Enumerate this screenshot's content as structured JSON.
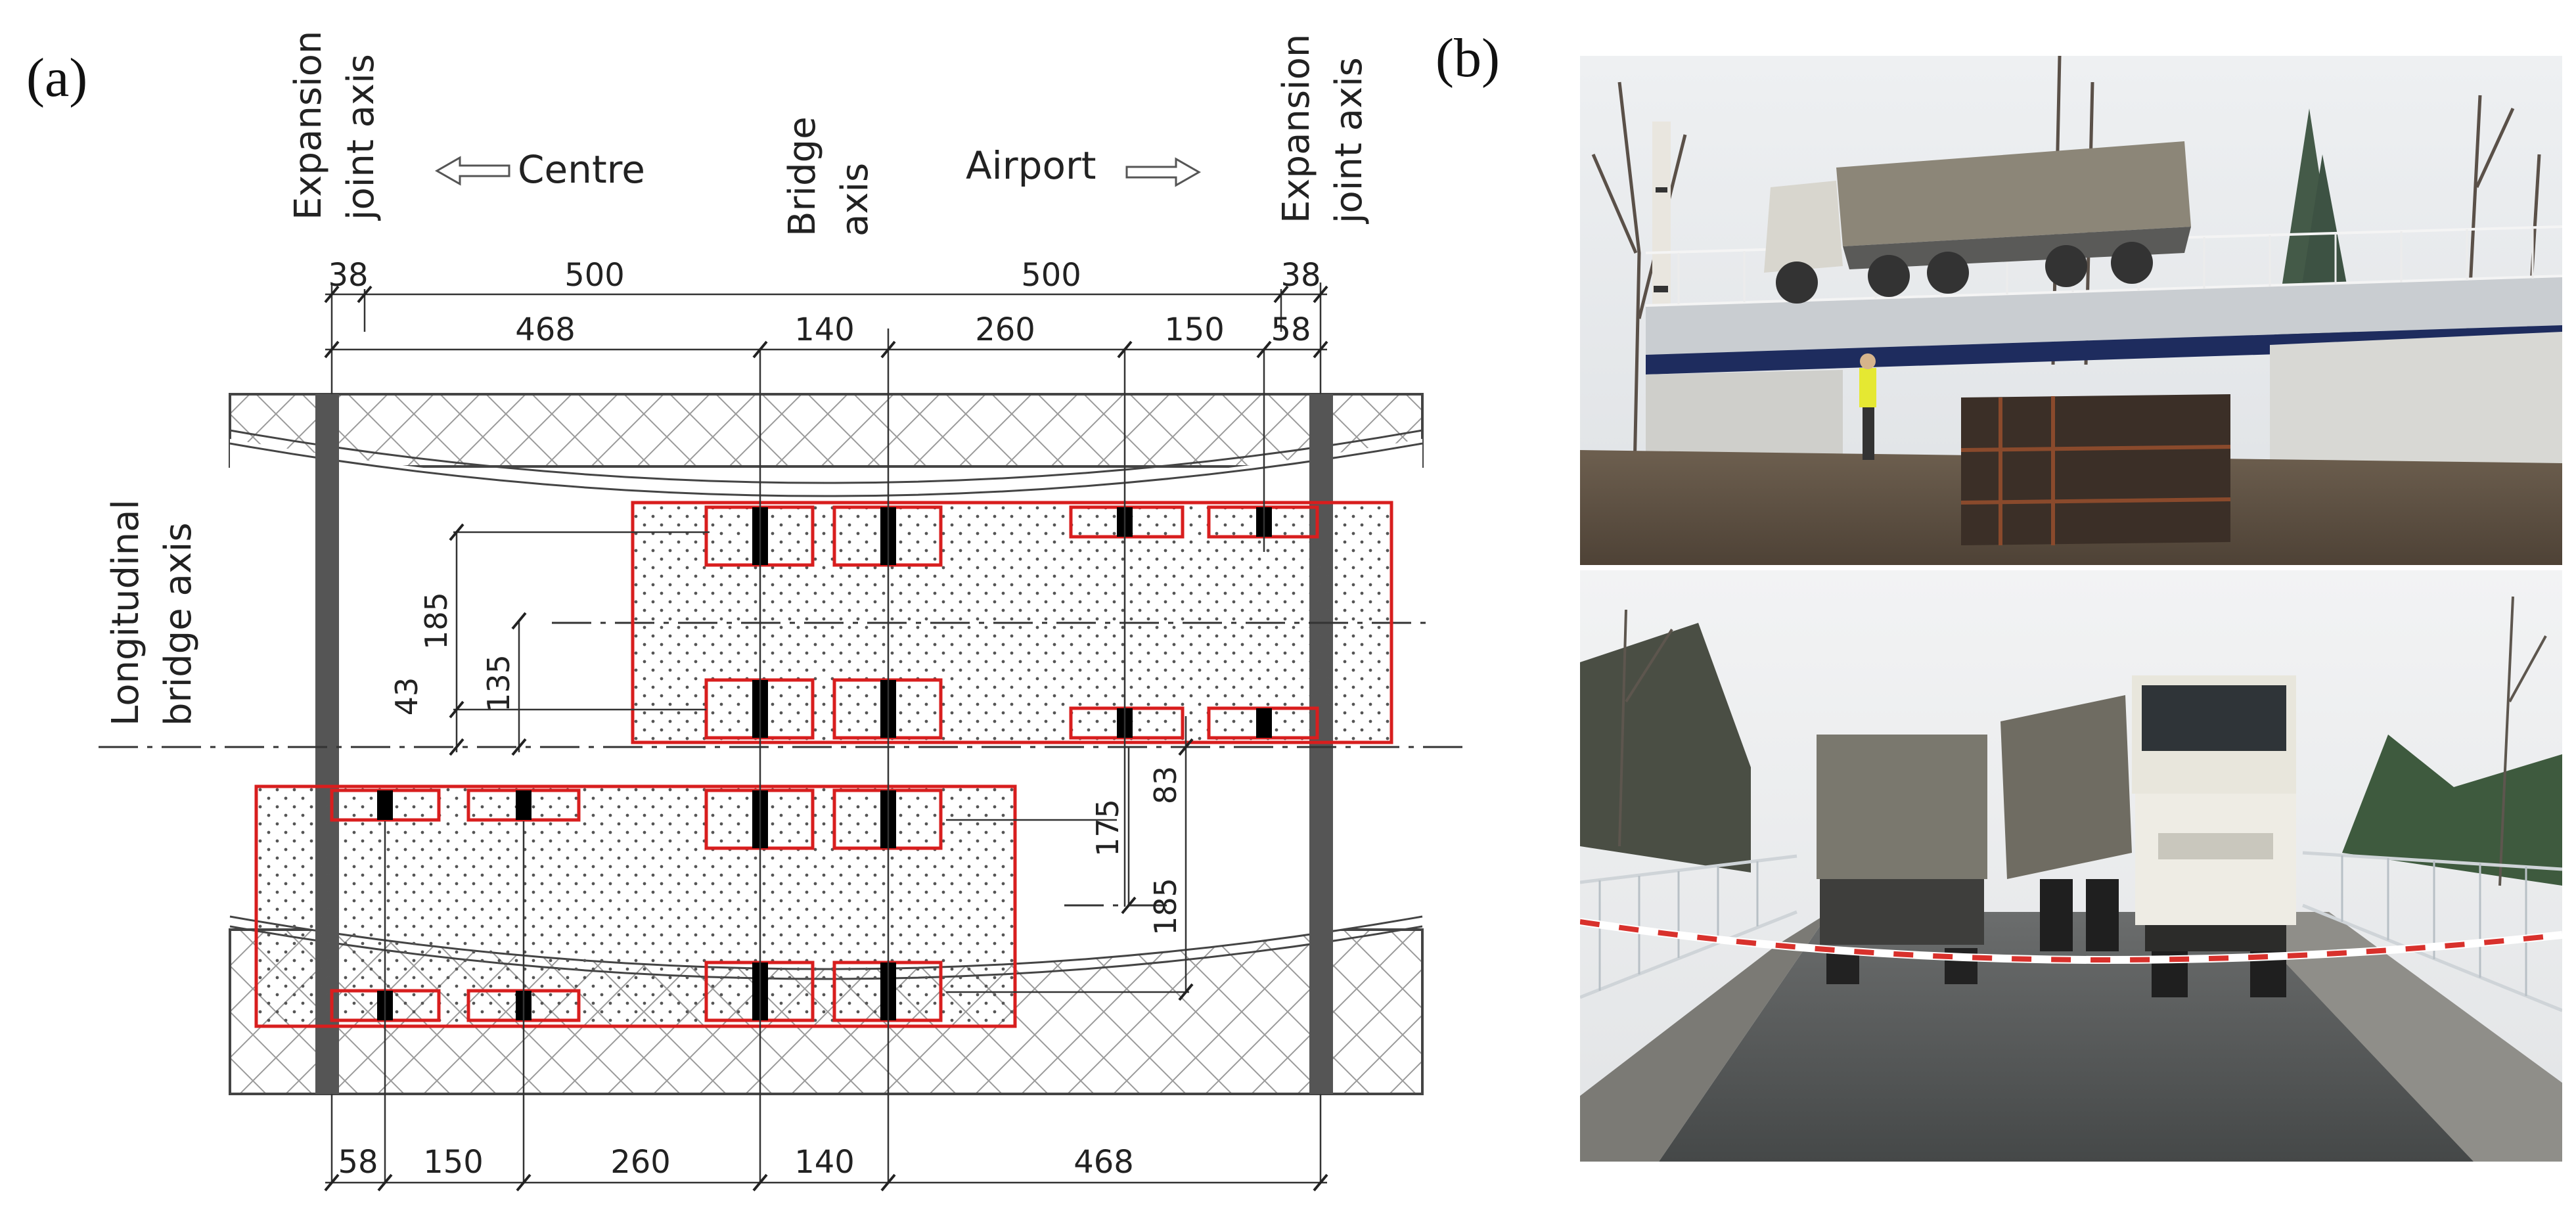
{
  "panels": {
    "a": "(a)",
    "b": "(b)"
  },
  "labels": {
    "expansion_joint_left": [
      "Expansion",
      "joint axis"
    ],
    "expansion_joint_right": [
      "Expansion",
      "joint axis"
    ],
    "bridge_axis": [
      "Bridge",
      "axis"
    ],
    "longitudinal_axis": [
      "Longitudinal",
      "bridge axis"
    ],
    "centre": "Centre",
    "airport": "Airport"
  },
  "dimensions": {
    "top_row1": [
      "38",
      "500",
      "500",
      "38"
    ],
    "top_row2": [
      "468",
      "140",
      "260",
      "150",
      "58"
    ],
    "bottom_row": [
      "58",
      "150",
      "260",
      "140",
      "468"
    ],
    "vertical": [
      "185",
      "43",
      "135",
      "175",
      "83",
      "185"
    ]
  },
  "colors": {
    "wheel_outline": "#d81e1e",
    "line": "#222222",
    "joint": "#555555"
  },
  "photos": [
    {
      "name": "truck-on-bridge-side-view"
    },
    {
      "name": "trucks-on-bridge-deck-view"
    }
  ]
}
